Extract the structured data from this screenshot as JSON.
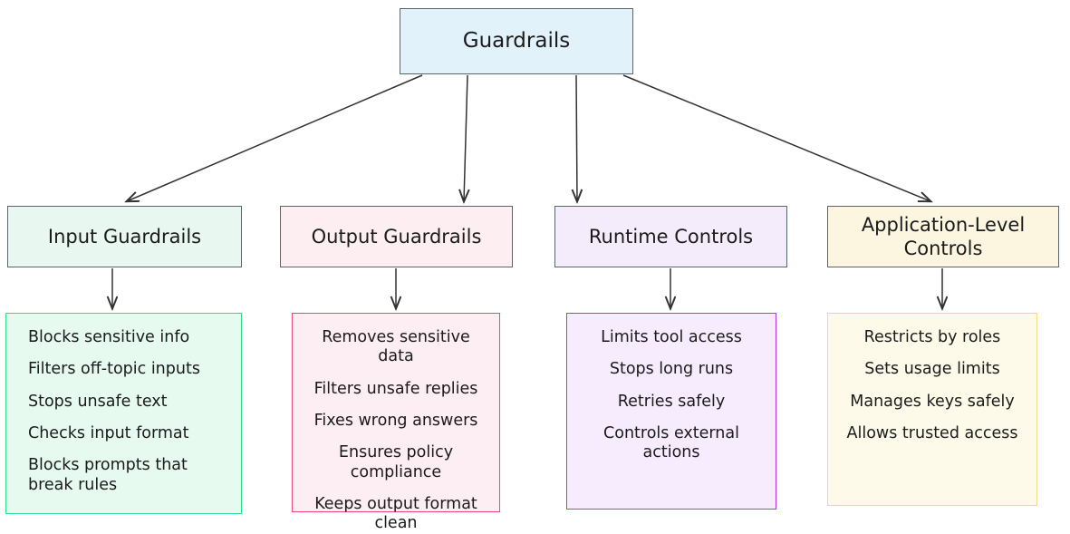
{
  "diagram": {
    "title": "Guardrails",
    "type": "tree-flowchart",
    "root": {
      "label": "Guardrails",
      "fill": "#e1f2fb",
      "stroke": "#5a6570"
    },
    "branches": [
      {
        "id": "input",
        "label": "Input Guardrails",
        "fill": "#e8f7f0",
        "stroke": "#5a6570",
        "detail": {
          "fill": "#e6faf0",
          "stroke": "#2ee08a",
          "items": [
            "Blocks sensitive info",
            "Filters off-topic inputs",
            "Stops unsafe text",
            "Checks input format",
            "Blocks prompts that break rules"
          ]
        }
      },
      {
        "id": "output",
        "label": "Output Guardrails",
        "fill": "#fdeef1",
        "stroke": "#5a6570",
        "detail": {
          "fill": "#fdeef3",
          "stroke": "#ef4a76",
          "items": [
            "Removes sensitive data",
            "Filters unsafe replies",
            "Fixes wrong answers",
            "Ensures policy compliance",
            "Keeps output format clean"
          ]
        }
      },
      {
        "id": "runtime",
        "label": "Runtime Controls",
        "fill": "#f5ecfb",
        "stroke": "#5a6570",
        "detail": {
          "fill": "#f7ecfd",
          "stroke": "#b832e8",
          "items": [
            "Limits tool access",
            "Stops long runs",
            "Retries safely",
            "Controls external actions"
          ]
        }
      },
      {
        "id": "applevel",
        "label": "Application-Level Controls",
        "fill": "#fcf5e0",
        "stroke": "#5a6570",
        "detail": {
          "fill": "#fdfaea",
          "stroke": "#f3da8a",
          "items": [
            "Restricts by roles",
            "Sets usage limits",
            "Manages keys safely",
            "Allows trusted access"
          ]
        }
      }
    ],
    "edge_color": "#333333"
  }
}
